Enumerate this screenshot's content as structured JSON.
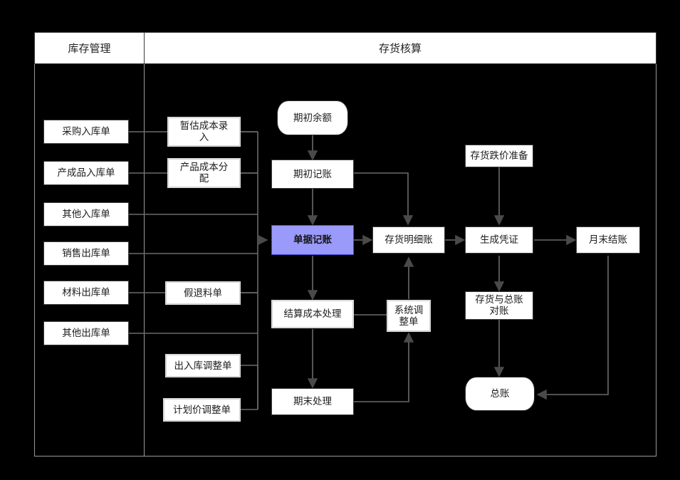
{
  "diagram": {
    "title_lanes": [
      {
        "id": "lane-inventory-mgmt",
        "label": "库存管理"
      },
      {
        "id": "lane-inventory-acct",
        "label": "存货核算"
      }
    ],
    "accent_color": "#9a9afb",
    "border_color": "#3c3c3c",
    "background_color": "#000000"
  },
  "nodes": {
    "purchase_in": "采购入库单",
    "finished_in": "产成品入库单",
    "other_in": "其他入库单",
    "sales_out": "销售出库单",
    "material_out": "材料出库单",
    "other_out": "其他出库单",
    "est_cost_entry": "暂估成本录\n入",
    "product_cost_alloc": "产品成本分\n配",
    "fake_return": "假退料单",
    "inout_adjust": "出入库调整单",
    "plan_price_adjust": "计划价调整单",
    "opening_balance": "期初余额",
    "opening_posting": "期初记账",
    "doc_posting": "单据记账",
    "inventory_detail": "存货明细账",
    "settle_cost": "结算成本处理",
    "system_adjust": "系统调\n整单",
    "period_end": "期末处理",
    "inventory_provision": "存货跌价准备",
    "gen_voucher": "生成凭证",
    "month_end_close": "月末结账",
    "inv_gl_recon": "存货与总账\n对账",
    "general_ledger": "总账"
  }
}
